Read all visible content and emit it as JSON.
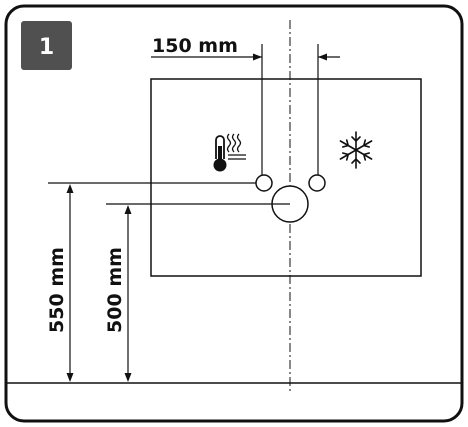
{
  "step": {
    "number": "1"
  },
  "dimensions": {
    "horizontal_spacing": "150 mm",
    "height_outer": "550 mm",
    "height_inner": "500 mm"
  },
  "icons": {
    "left": "thermometer-heat-icon",
    "right": "snowflake-icon"
  },
  "colors": {
    "frame": "#111111",
    "badge": "#505050",
    "lines": "#111111"
  }
}
